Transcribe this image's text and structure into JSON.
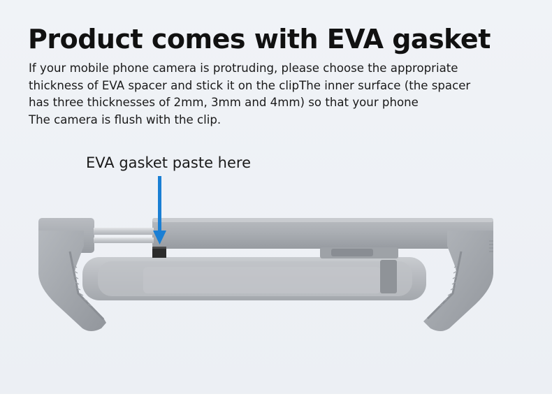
{
  "title": "Product comes with EVA gasket",
  "description": {
    "lines": [
      "If your mobile phone camera is protruding, please choose the appropriate",
      "thickness of EVA spacer and stick it on the clipThe inner surface (the spacer",
      "has three thicknesses of 2mm, 3mm and 4mm) so that your phone",
      "The camera is flush with the clip."
    ]
  },
  "callout": {
    "label": "EVA gasket paste here",
    "arrow_color": "#1a7fd4"
  }
}
